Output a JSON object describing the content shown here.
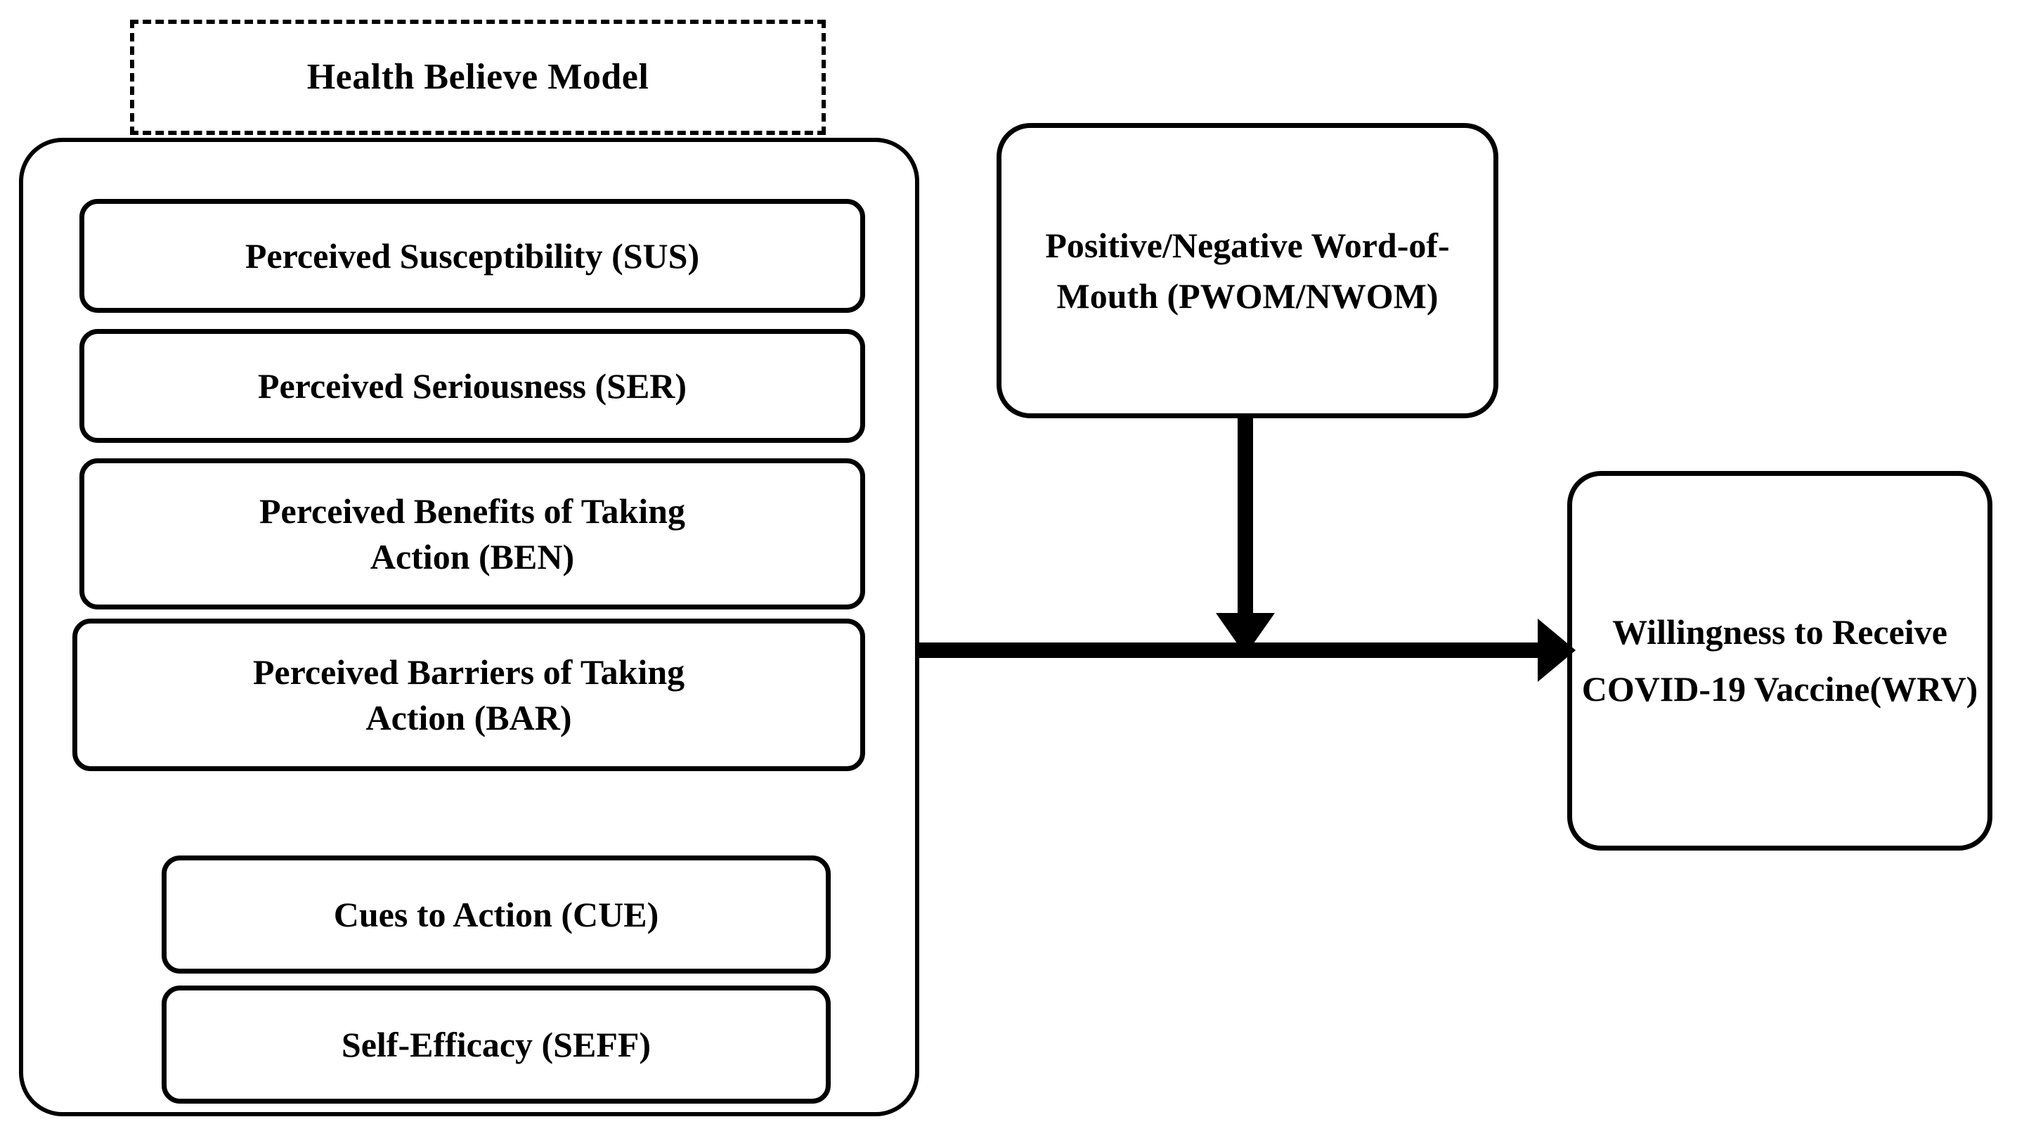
{
  "diagram": {
    "title_box": {
      "label": "Health Believe Model"
    },
    "hbm_constructs": [
      {
        "id": "sus",
        "lines": [
          "Perceived Susceptibility (SUS)"
        ]
      },
      {
        "id": "ser",
        "lines": [
          "Perceived Seriousness (SER)"
        ]
      },
      {
        "id": "ben",
        "lines": [
          "Perceived Benefits of Taking",
          "Action (BEN)"
        ]
      },
      {
        "id": "bar",
        "lines": [
          "Perceived Barriers of Taking",
          "Action (BAR)"
        ]
      },
      {
        "id": "cue",
        "lines": [
          "Cues to Action (CUE)"
        ]
      },
      {
        "id": "seff",
        "lines": [
          "Self-Efficacy (SEFF)"
        ]
      }
    ],
    "wom_box": {
      "lines": [
        "Positive/Negative",
        "Word-of-Mouth",
        "(PWOM/NWOM)"
      ]
    },
    "outcome_box": {
      "lines": [
        "Willingness to",
        "Receive",
        "COVID-19",
        "Vaccine(WRV)"
      ]
    },
    "connectors": [
      {
        "id": "hbm-to-wrv",
        "kind": "horizontal-arrow",
        "direction": "right"
      },
      {
        "id": "wom-to-path",
        "kind": "vertical-arrow",
        "direction": "down"
      }
    ],
    "colors": {
      "stroke": "#000000",
      "background": "#ffffff",
      "text": "#000000"
    }
  }
}
